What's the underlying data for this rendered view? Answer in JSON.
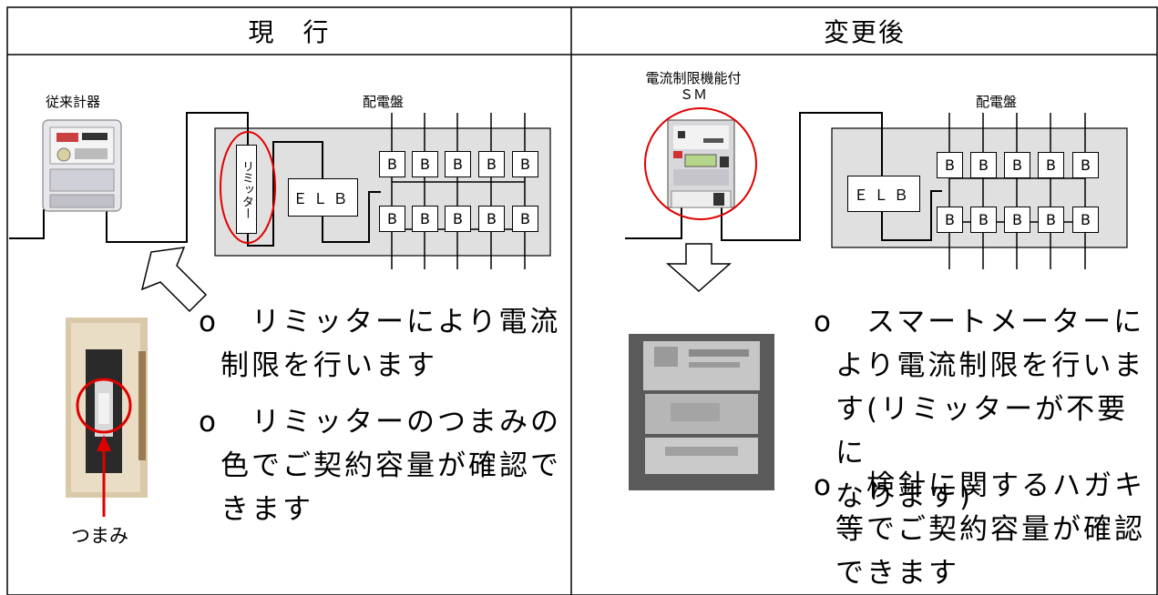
{
  "headers": {
    "current": "現　行",
    "after": "変更後"
  },
  "current": {
    "meter_label": "従来計器",
    "panel_label": "配電盤",
    "limiter_text": "リミッター",
    "elb_text": "ＥＬＢ",
    "breaker_text": "B",
    "knob_label": "つまみ",
    "bullet_mark": "o",
    "bullets": [
      {
        "line1": "　リミッターにより電流",
        "line2": "制限を行います"
      },
      {
        "line1": "　リミッターのつまみの",
        "line2": "色でご契約容量が確認で",
        "line3": "きます"
      }
    ]
  },
  "after": {
    "sm_label_line1": "電流制限機能付",
    "sm_label_line2": "ＳＭ",
    "panel_label": "配電盤",
    "elb_text": "ＥＬＢ",
    "breaker_text": "B",
    "bullet_mark": "o",
    "bullets": [
      {
        "line1": "　スマートメーターに",
        "line2": "より電流制限を行いま",
        "line3": "す(リミッターが不要に",
        "line4": "なります)"
      },
      {
        "line1": "　検針に関するハガキ",
        "line2": "等でご契約容量が確認",
        "line3": "できます"
      }
    ]
  },
  "colors": {
    "panel_fill": "#e0e0e0",
    "highlight_ring": "#e00000",
    "arrow_red": "#e00000"
  }
}
